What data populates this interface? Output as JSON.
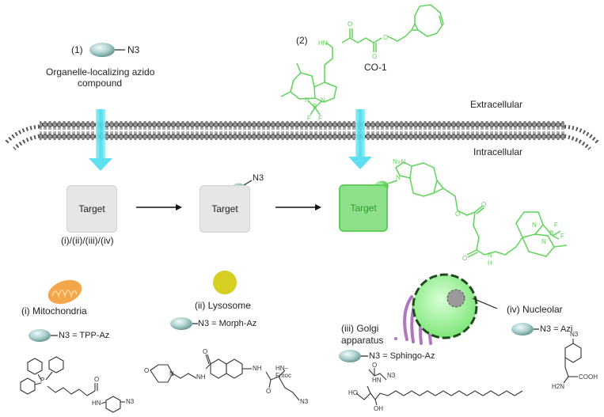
{
  "step1": {
    "number": "(1)",
    "tag": "N3",
    "caption_line1": "Organelle-localizing azido",
    "caption_line2": "compound"
  },
  "step2": {
    "number": "(2)",
    "compound_name": "CO-1"
  },
  "membrane": {
    "outside_label": "Extracellular",
    "inside_label": "Intracellular"
  },
  "targets": {
    "unlabeled": {
      "label": "Target",
      "caption": "(i)/(ii)/(iii)/(iv)"
    },
    "azido": {
      "label": "Target",
      "tag": "N3"
    },
    "clicked": {
      "label": "Target"
    }
  },
  "colors": {
    "accent_green": "#5fd35a",
    "arrow_cyan": "#5fe0f0",
    "mito_orange": "#f4a64a",
    "lyso_yellow": "#d6cf22",
    "golgi_purple": "#b077c0",
    "nucleus_green": "#9cf09a"
  },
  "organelles": [
    {
      "id": "i",
      "label": "(i) Mitochondria",
      "probe": "N3 = TPP-Az"
    },
    {
      "id": "ii",
      "label": "(ii) Lysosome",
      "probe": "N3 = Morph-Az"
    },
    {
      "id": "iii",
      "label_line1": "(iii) Golgi",
      "label_line2": "apparatus",
      "probe": "N3 = Sphingo-Az"
    },
    {
      "id": "iv",
      "label": "(iv) Nucleolar",
      "probe": "N3 = Azi"
    }
  ],
  "chem_labels": {
    "co1_hn": "HN",
    "co1_o1": "O",
    "co1_o2": "O",
    "co1_o3": "O",
    "co1_n1": "N",
    "co1_n2": "N",
    "co1_b": "B",
    "co1_f1": "F",
    "co1_f2": "F",
    "prod_nn": "N=N",
    "prod_n": "N",
    "prod_o1": "O",
    "prod_o2": "O",
    "prod_o3": "O",
    "prod_nh": "N",
    "prod_h": "H",
    "prod_n2": "N",
    "prod_n3": "N",
    "prod_b": "B",
    "prod_f1": "F",
    "prod_f2": "F",
    "tpp_p": "P",
    "tpp_o": "O",
    "tpp_hn": "HN",
    "tpp_n3": "N3",
    "morph_o": "O",
    "morph_n": "N",
    "morph_nh1": "NH",
    "morph_o2": "O",
    "morph_nh2": "NH",
    "morph_fmoc": "HN–Fmoc",
    "morph_o3": "O",
    "morph_n3": "N3",
    "sph_o": "O",
    "sph_hn": "HN",
    "sph_n3": "N3",
    "sph_ho": "HO",
    "sph_oh": "OH",
    "azi_n3": "N3",
    "azi_cooh": "COOH",
    "azi_h2n": "H2N"
  }
}
